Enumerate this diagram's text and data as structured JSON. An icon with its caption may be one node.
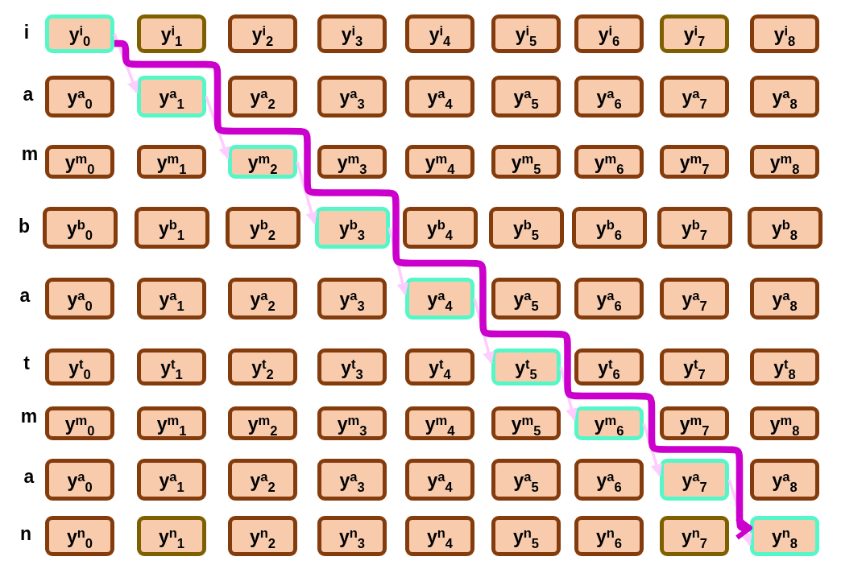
{
  "diagram": {
    "nodes": [
      {
        "text": [
          "y$^{i}$$_{0}$"
        ]
      },
      {
        "text": [
          "y$^{i}$$_{1}$"
        ]
      },
      {
        "text": [
          "y$^{i}$$_{2}$"
        ]
      },
      {
        "text": [
          "y$^{i}$$_{3}$"
        ]
      },
      {
        "text": [
          "y$^{i}$$_{4}$"
        ]
      },
      {
        "text": [
          "y$^{i}$$_{5}$"
        ]
      },
      {
        "text": [
          "y$^{i}$$_{6}$"
        ]
      },
      {
        "text": [
          "y$^{i}$$_{7}$"
        ]
      },
      {
        "text": [
          "y$^{i}$$_{8}$"
        ]
      },
      {
        "text": [
          "y$^{a}$$_{0}$"
        ]
      },
      {
        "text": [
          "y$^{a}$$_{1}$"
        ]
      },
      {
        "text": [
          "y$^{a}$$_{2}$"
        ]
      },
      {
        "text": [
          "y$^{a}$$_{3}$"
        ]
      },
      {
        "text": [
          "y$^{a}$$_{4}$"
        ]
      },
      {
        "text": [
          "y$^{a}$$_{5}$"
        ]
      },
      {
        "text": [
          "y$^{a}$$_{6}$"
        ]
      },
      {
        "text": [
          "y$^{a}$$_{7}$"
        ]
      },
      {
        "text": [
          "y$^{a}$$_{8}$"
        ]
      },
      {
        "text": [
          "y$^{m}$$_{0}$"
        ]
      },
      {
        "text": [
          "y$^{m}$$_{1}$"
        ]
      },
      {
        "text": [
          "y$^{m}$$_{2}$"
        ]
      },
      {
        "text": [
          "y$^{m}$$_{3}$"
        ]
      },
      {
        "text": [
          "y$^{m}$$_{4}$"
        ]
      },
      {
        "text": [
          "y$^{m}$$_{5}$"
        ]
      },
      {
        "text": [
          "y$^{m}$$_{6}$"
        ]
      },
      {
        "text": [
          "y$^{m}$$_{7}$"
        ]
      },
      {
        "text": [
          "y$^{m}$$_{8}$"
        ]
      },
      {
        "text": [
          "y$^{b}$$_{0}$"
        ]
      },
      {
        "text": [
          "y$^{b}$$_{1}$"
        ]
      },
      {
        "text": [
          "y$^{b}$$_{2}$"
        ]
      },
      {
        "text": [
          "y$^{b}$$_{3}$"
        ]
      },
      {
        "text": [
          "y$^{b}$$_{4}$"
        ]
      },
      {
        "text": [
          "y$^{b}$$_{5}$"
        ]
      },
      {
        "text": [
          "y$^{b}$$_{6}$"
        ]
      },
      {
        "text": [
          "y$^{b}$$_{7}$"
        ]
      },
      {
        "text": [
          "y$^{b}$$_{8}$"
        ]
      },
      {
        "text": [
          "y$^{a}$$_{0}$"
        ]
      },
      {
        "text": [
          "y$^{a}$$_{1}$"
        ]
      },
      {
        "text": [
          "y$^{a}$$_{2}$"
        ]
      },
      {
        "text": [
          "y$^{a}$$_{3}$"
        ]
      },
      {
        "text": [
          "y$^{a}$$_{4}$"
        ]
      },
      {
        "text": [
          "y$^{a}$$_{5}$"
        ]
      },
      {
        "text": [
          "y$^{a}$$_{6}$"
        ]
      },
      {
        "text": [
          "y$^{a}$$_{7}$"
        ]
      },
      {
        "text": [
          "y$^{a}$$_{8}$"
        ]
      },
      {
        "text": [
          "y$^{t}$$_{0}$"
        ]
      },
      {
        "text": [
          "y$^{t}$$_{1}$"
        ]
      },
      {
        "text": [
          "y$^{t}$$_{2}$"
        ]
      },
      {
        "text": [
          "y$^{t}$$_{3}$"
        ]
      },
      {
        "text": [
          "y$^{t}$$_{4}$"
        ]
      },
      {
        "text": [
          "y$^{t}$$_{5}$"
        ]
      },
      {
        "text": [
          "y$^{t}$$_{6}$"
        ]
      },
      {
        "text": [
          "y$^{t}$$_{7}$"
        ]
      },
      {
        "text": [
          "y$^{t}$$_{8}$"
        ]
      },
      {
        "text": [
          "y$^{m}$$_{0}$"
        ]
      },
      {
        "text": [
          "y$^{m}$$_{1}$"
        ]
      },
      {
        "text": [
          "y$^{m}$$_{2}$"
        ]
      },
      {
        "text": [
          "y$^{m}$$_{3}$"
        ]
      },
      {
        "text": [
          "y$^{m}$$_{4}$"
        ]
      },
      {
        "text": [
          "y$^{m}$$_{5}$"
        ]
      },
      {
        "text": [
          "y$^{m}$$_{6}$"
        ]
      },
      {
        "text": [
          "y$^{m}$$_{7}$"
        ]
      },
      {
        "text": [
          "y$^{m}$$_{8}$"
        ]
      },
      {
        "text": [
          "y$^{a}$$_{0}$"
        ]
      },
      {
        "text": [
          "y$^{a}$$_{1}$"
        ]
      },
      {
        "text": [
          "y$^{a}$$_{2}$"
        ]
      },
      {
        "text": [
          "y$^{a}$$_{3}$"
        ]
      },
      {
        "text": [
          "y$^{a}$$_{4}$"
        ]
      },
      {
        "text": [
          "y$^{a}$$_{5}$"
        ]
      },
      {
        "text": [
          "y$^{a}$$_{6}$"
        ]
      },
      {
        "text": [
          "y$^{a}$$_{7}$"
        ]
      },
      {
        "text": [
          "y$^{a}$$_{8}$"
        ]
      },
      {
        "text": [
          "y$^{n}$$_{0}$"
        ]
      },
      {
        "text": [
          "y$^{n}$$_{1}$"
        ]
      },
      {
        "text": [
          "y$^{n}$$_{2}$"
        ]
      },
      {
        "text": [
          "y$^{n}$$_{3}$"
        ]
      },
      {
        "text": [
          "y$^{n}$$_{4}$"
        ]
      },
      {
        "text": [
          "y$^{n}$$_{5}$"
        ]
      },
      {
        "text": [
          "y$^{n}$$_{6}$"
        ]
      },
      {
        "text": [
          "y$^{n}$$_{7}$"
        ]
      },
      {
        "text": [
          "y$^{n}$$_{8}$"
        ]
      }
    ],
    "edges": [
      {
        "from": 0,
        "to": 10,
        "arrow": "to"
      },
      {
        "from": 10,
        "to": 20,
        "arrow": "to"
      },
      {
        "from": 20,
        "to": 30,
        "arrow": "to"
      },
      {
        "from": 30,
        "to": 40,
        "arrow": "to"
      },
      {
        "from": 40,
        "to": 50,
        "arrow": "to"
      },
      {
        "from": 50,
        "to": 60,
        "arrow": "to"
      },
      {
        "from": 60,
        "to": 70,
        "arrow": "to"
      },
      {
        "from": 70,
        "to": 80,
        "arrow": "to"
      },
      {
        "from": 0,
        "to": 80,
        "arrow": "to",
        "style": "thick",
        "color": "#cc00cc"
      }
    ],
    "labels": [
      "i",
      "a",
      "m",
      "b",
      "a",
      "t",
      "m",
      "a",
      "n"
    ]
  }
}
